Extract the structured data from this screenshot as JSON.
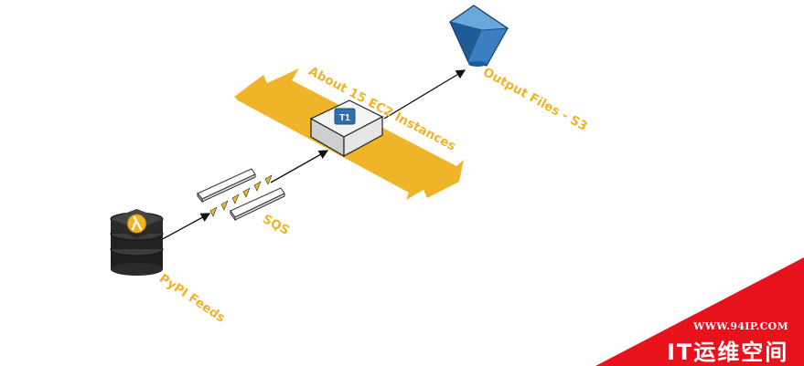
{
  "labels": {
    "ec2_band": "About 15 EC2 Instances",
    "output": "Output Files - S3",
    "queue": "SQS",
    "feeds": "PyPI Feeds"
  },
  "ec2_icon_text": "T1",
  "watermark": {
    "url": "WWW.94IP.COM",
    "name": "IT运维空间"
  },
  "colors": {
    "band": "#f0b429",
    "label": "#f0b429",
    "bucket": "#2f6fae",
    "watermark": "#e8121c"
  },
  "icons": [
    "bucket-icon",
    "ec2-instance-icon",
    "sqs-queue-icon",
    "database-icon",
    "lambda-icon"
  ]
}
